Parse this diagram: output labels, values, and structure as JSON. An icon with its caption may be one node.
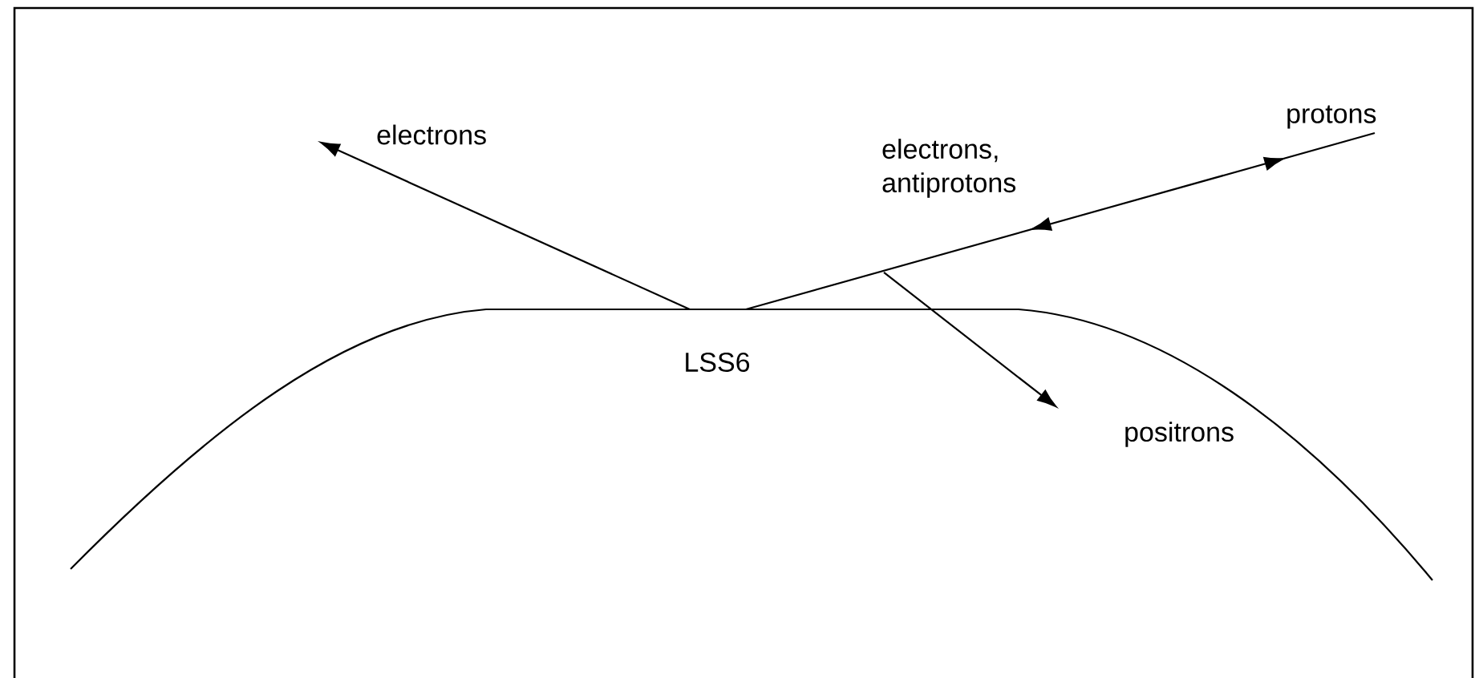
{
  "diagram": {
    "labels": [
      "electrons",
      "protons",
      "electrons, antiprotons",
      "LSS6",
      "positrons"
    ]
  }
}
